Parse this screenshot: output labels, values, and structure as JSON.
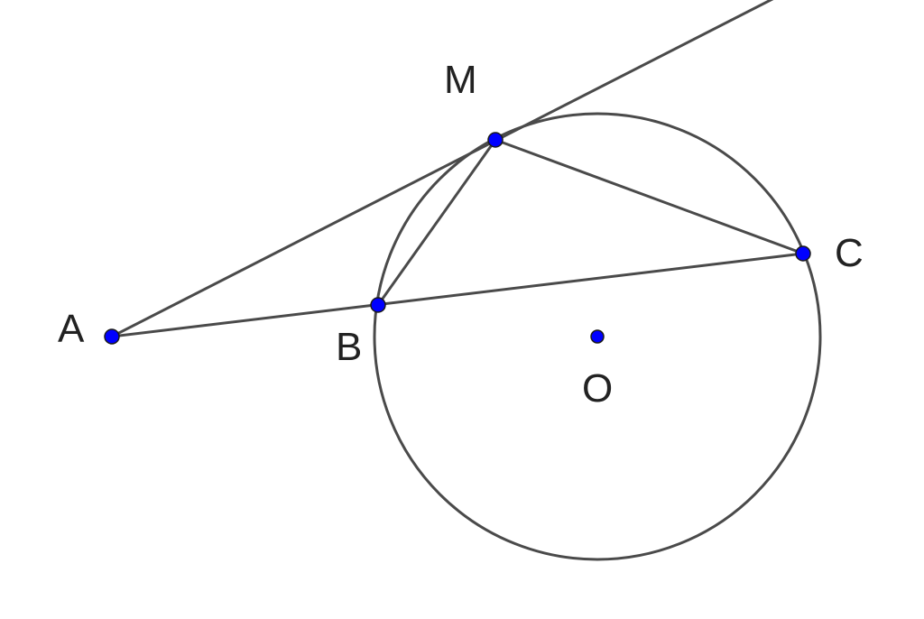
{
  "labels": {
    "A": "A",
    "B": "B",
    "C": "C",
    "M": "M",
    "O": "O"
  },
  "colors": {
    "point_fill": "#0000ff",
    "line": "#4a4a4a",
    "label": "#222222",
    "background": "#ffffff"
  }
}
